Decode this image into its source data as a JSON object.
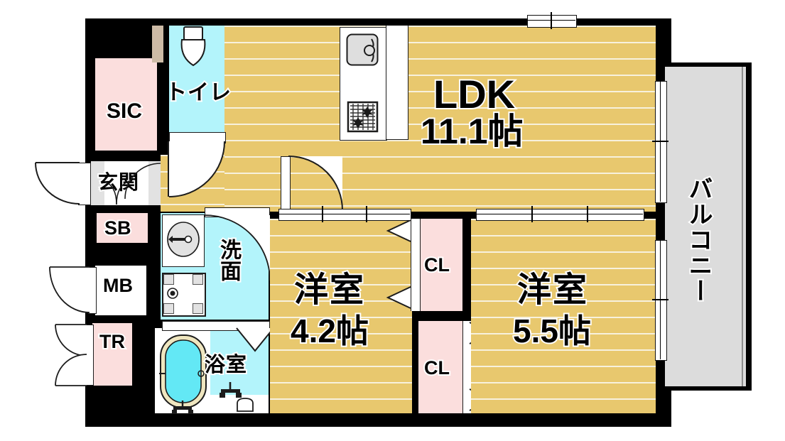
{
  "plan": {
    "title": "Apartment Floor Plan (Madori)",
    "type": "2LDK residential floor plan",
    "unit": "jo (tatami mat units)"
  },
  "colors": {
    "floor": "#e8c86e",
    "floor_stripe": "#f7f1dd",
    "wall": "#000000",
    "closet_pink": "#fbdedd",
    "water_cyan": "#b3f4fb",
    "balcony_gray": "#dcdcdc",
    "entry_gray": "#e2e2e2",
    "door_tan": "#cdbba6",
    "white": "#ffffff"
  },
  "rooms": [
    {
      "id": "ldk",
      "label": "LDK",
      "size": "11.1帖",
      "kind": "living-dining-kitchen",
      "fill": "floor"
    },
    {
      "id": "bedroom_1",
      "label": "洋室",
      "size": "4.2帖",
      "kind": "western-room",
      "fill": "floor"
    },
    {
      "id": "bedroom_2",
      "label": "洋室",
      "size": "5.5帖",
      "kind": "western-room",
      "fill": "floor"
    },
    {
      "id": "toilet",
      "label": "トイレ",
      "size": "",
      "kind": "toilet",
      "fill": "cyan"
    },
    {
      "id": "washroom",
      "label": "洗面",
      "size": "",
      "kind": "washroom-vanity",
      "fill": "cyan"
    },
    {
      "id": "bathroom",
      "label": "浴室",
      "size": "",
      "kind": "bathroom",
      "fill": "cyan"
    },
    {
      "id": "entrance",
      "label": "玄関",
      "size": "",
      "kind": "entrance-genkan",
      "fill": "entry_gray"
    },
    {
      "id": "balcony",
      "label": "バルコニー",
      "size": "",
      "kind": "balcony",
      "fill": "balcony_gray"
    }
  ],
  "storage": [
    {
      "id": "sic",
      "label": "SIC",
      "kind": "shoes-in-closet",
      "fill": "pink"
    },
    {
      "id": "sb",
      "label": "SB",
      "kind": "shoe-box",
      "fill": "pink"
    },
    {
      "id": "mb",
      "label": "MB",
      "kind": "meter-box",
      "fill": "white"
    },
    {
      "id": "tr",
      "label": "TR",
      "kind": "trunk-room",
      "fill": "pink"
    },
    {
      "id": "cl1",
      "label": "CL",
      "kind": "closet",
      "fill": "pink"
    },
    {
      "id": "cl2",
      "label": "CL",
      "kind": "closet",
      "fill": "pink"
    }
  ],
  "fixtures": [
    {
      "id": "kitchen_sink",
      "name": "sink",
      "room": "ldk"
    },
    {
      "id": "kitchen_stove",
      "name": "gas-stove-3burner",
      "room": "ldk"
    },
    {
      "id": "toilet_bowl",
      "name": "toilet-bowl",
      "room": "toilet"
    },
    {
      "id": "vanity_mirror",
      "name": "vanity-basin",
      "room": "washroom"
    },
    {
      "id": "washer_pan",
      "name": "washing-machine-pan",
      "room": "washroom"
    },
    {
      "id": "bathtub",
      "name": "bathtub",
      "room": "bathroom"
    },
    {
      "id": "shower",
      "name": "shower-faucet",
      "room": "bathroom"
    }
  ],
  "openings": [
    {
      "id": "entry_door",
      "name": "entrance-door",
      "kind": "swing"
    },
    {
      "id": "toilet_door",
      "name": "toilet-door",
      "kind": "swing"
    },
    {
      "id": "ldk_door",
      "name": "ldk-door",
      "kind": "swing"
    },
    {
      "id": "washroom_door",
      "name": "washroom-door",
      "kind": "swing"
    },
    {
      "id": "bath_door",
      "name": "bathroom-door",
      "kind": "folding"
    },
    {
      "id": "mb_door",
      "name": "meter-box-door",
      "kind": "swing"
    },
    {
      "id": "tr_door",
      "name": "trunk-room-door",
      "kind": "double-swing"
    },
    {
      "id": "cl1_door",
      "name": "closet-folding-door",
      "kind": "folding"
    },
    {
      "id": "cl2_door",
      "name": "closet-folding-door",
      "kind": "folding"
    },
    {
      "id": "ldk_window_top",
      "name": "window",
      "kind": "sliding-window"
    },
    {
      "id": "bedroom1_slider",
      "name": "sliding-door",
      "kind": "sliding"
    },
    {
      "id": "bedroom2_slider",
      "name": "sliding-door",
      "kind": "sliding"
    },
    {
      "id": "balcony_door_1",
      "name": "balcony-sliding-door",
      "kind": "sliding"
    },
    {
      "id": "balcony_door_2",
      "name": "balcony-sliding-door",
      "kind": "sliding"
    }
  ]
}
